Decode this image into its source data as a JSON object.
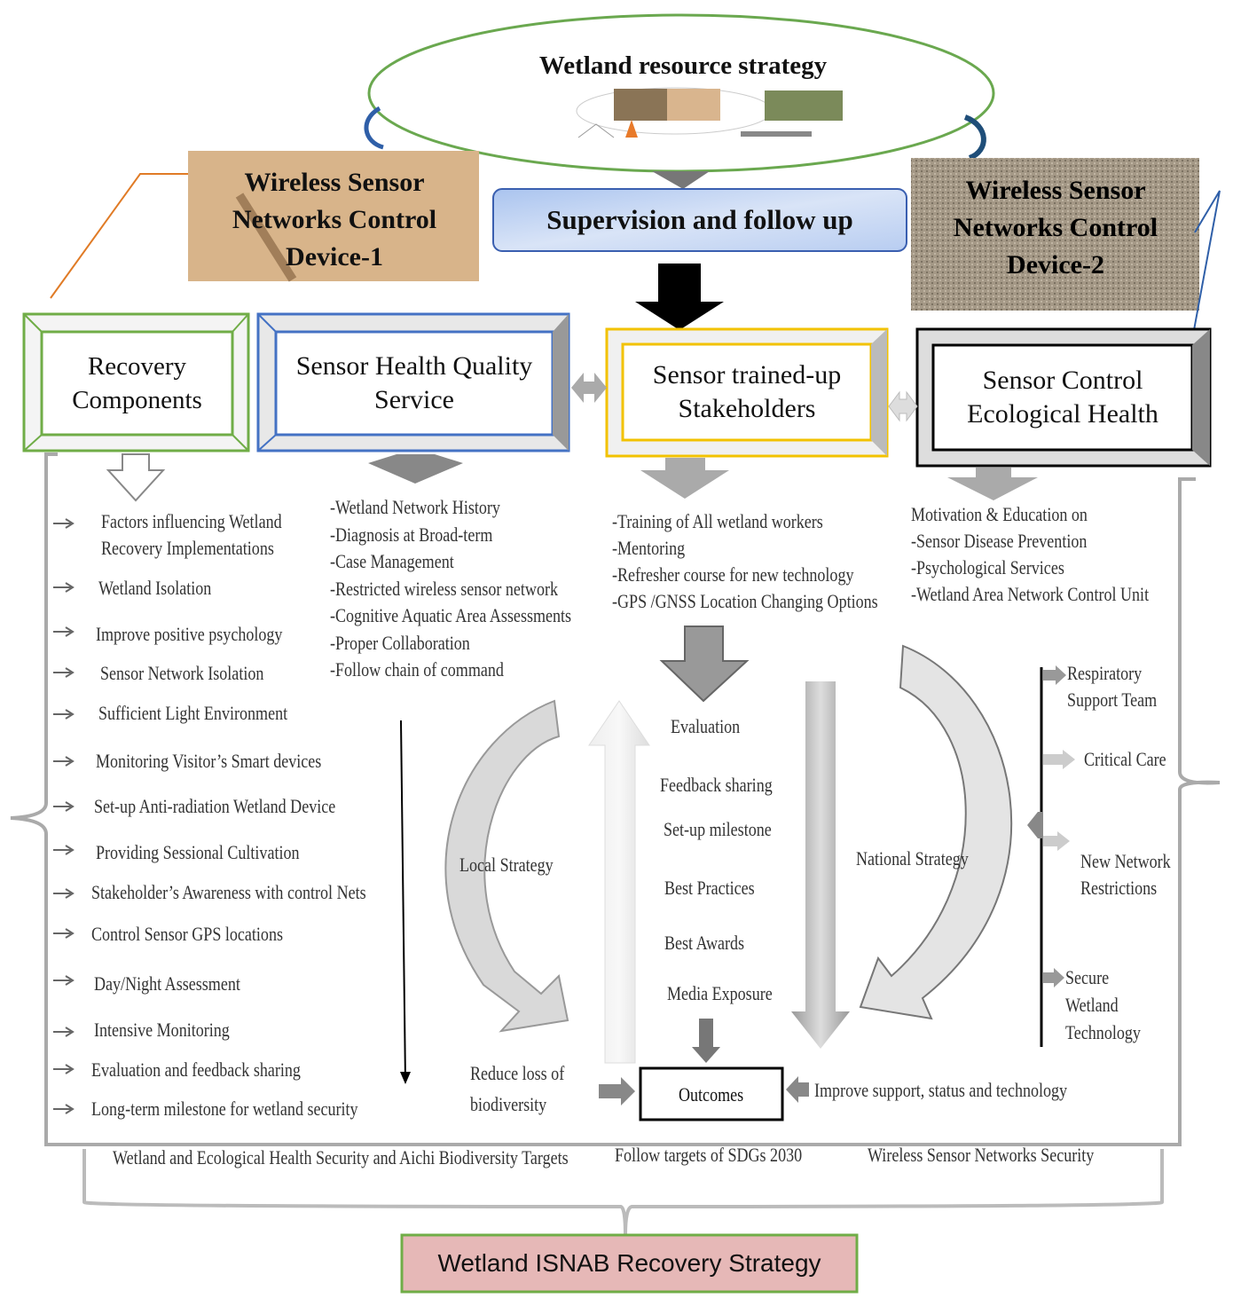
{
  "top": {
    "title": "Wetland resource strategy",
    "device1": "Wireless Sensor Networks Control Device-1",
    "device2": "Wireless Sensor Networks Control Device-2",
    "supervision": "Supervision and follow up"
  },
  "boxes": [
    {
      "label": "Recovery Components",
      "color": "#70ad47"
    },
    {
      "label": "Sensor Health Quality Service",
      "color": "#4472c4"
    },
    {
      "label": "Sensor trained-up Stakeholders",
      "color": "#f2c200"
    },
    {
      "label": "Sensor Control Ecological Health",
      "color": "#000000"
    }
  ],
  "recovery_items": [
    "Factors influencing Wetland Recovery Implementations",
    "Wetland Isolation",
    "Improve positive psychology",
    "Sensor Network Isolation",
    "Sufficient Light Environment",
    "Monitoring Visitor’s Smart devices",
    "Set-up Anti-radiation Wetland Device",
    "Providing Sessional Cultivation",
    "Stakeholder’s Awareness with control Nets",
    "Control Sensor GPS locations",
    "Day/Night Assessment",
    "Intensive Monitoring",
    "Evaluation and feedback sharing",
    "Long-term milestone for wetland security"
  ],
  "health_items": [
    "-Wetland Network History",
    "-Diagnosis at Broad-term",
    "-Case Management",
    "-Restricted wireless sensor network",
    "-Cognitive Aquatic Area Assessments",
    "-Proper Collaboration",
    "-Follow chain of command"
  ],
  "stakeholder_items": [
    "-Training of All wetland workers",
    "-Mentoring",
    "-Refresher course for new technology",
    "-GPS /GNSS Location Changing Options"
  ],
  "ecological_items": [
    "Motivation & Education on",
    "-Sensor Disease Prevention",
    "-Psychological Services",
    "-Wetland Area Network Control Unit"
  ],
  "center_steps": [
    "Evaluation",
    "Feedback sharing",
    "Set-up milestone",
    "Best Practices",
    "Best Awards",
    "Media Exposure"
  ],
  "local_strategy": "Local Strategy",
  "national_strategy": "National Strategy",
  "reduce_loss": [
    "Reduce loss of",
    "biodiversity"
  ],
  "outcomes": "Outcomes",
  "improve_support": "Improve support, status and technology",
  "right_items": [
    [
      "Respiratory",
      "Support Team"
    ],
    [
      "Critical Care"
    ],
    [
      "New Network",
      "Restrictions"
    ],
    [
      "Secure",
      "Wetland",
      "Technology"
    ]
  ],
  "bottom_targets": [
    "Wetland and Ecological Health Security and Aichi Biodiversity Targets",
    "Follow targets of SDGs 2030",
    "Wireless Sensor Networks Security"
  ],
  "final_label": "Wetland ISNAB Recovery Strategy"
}
